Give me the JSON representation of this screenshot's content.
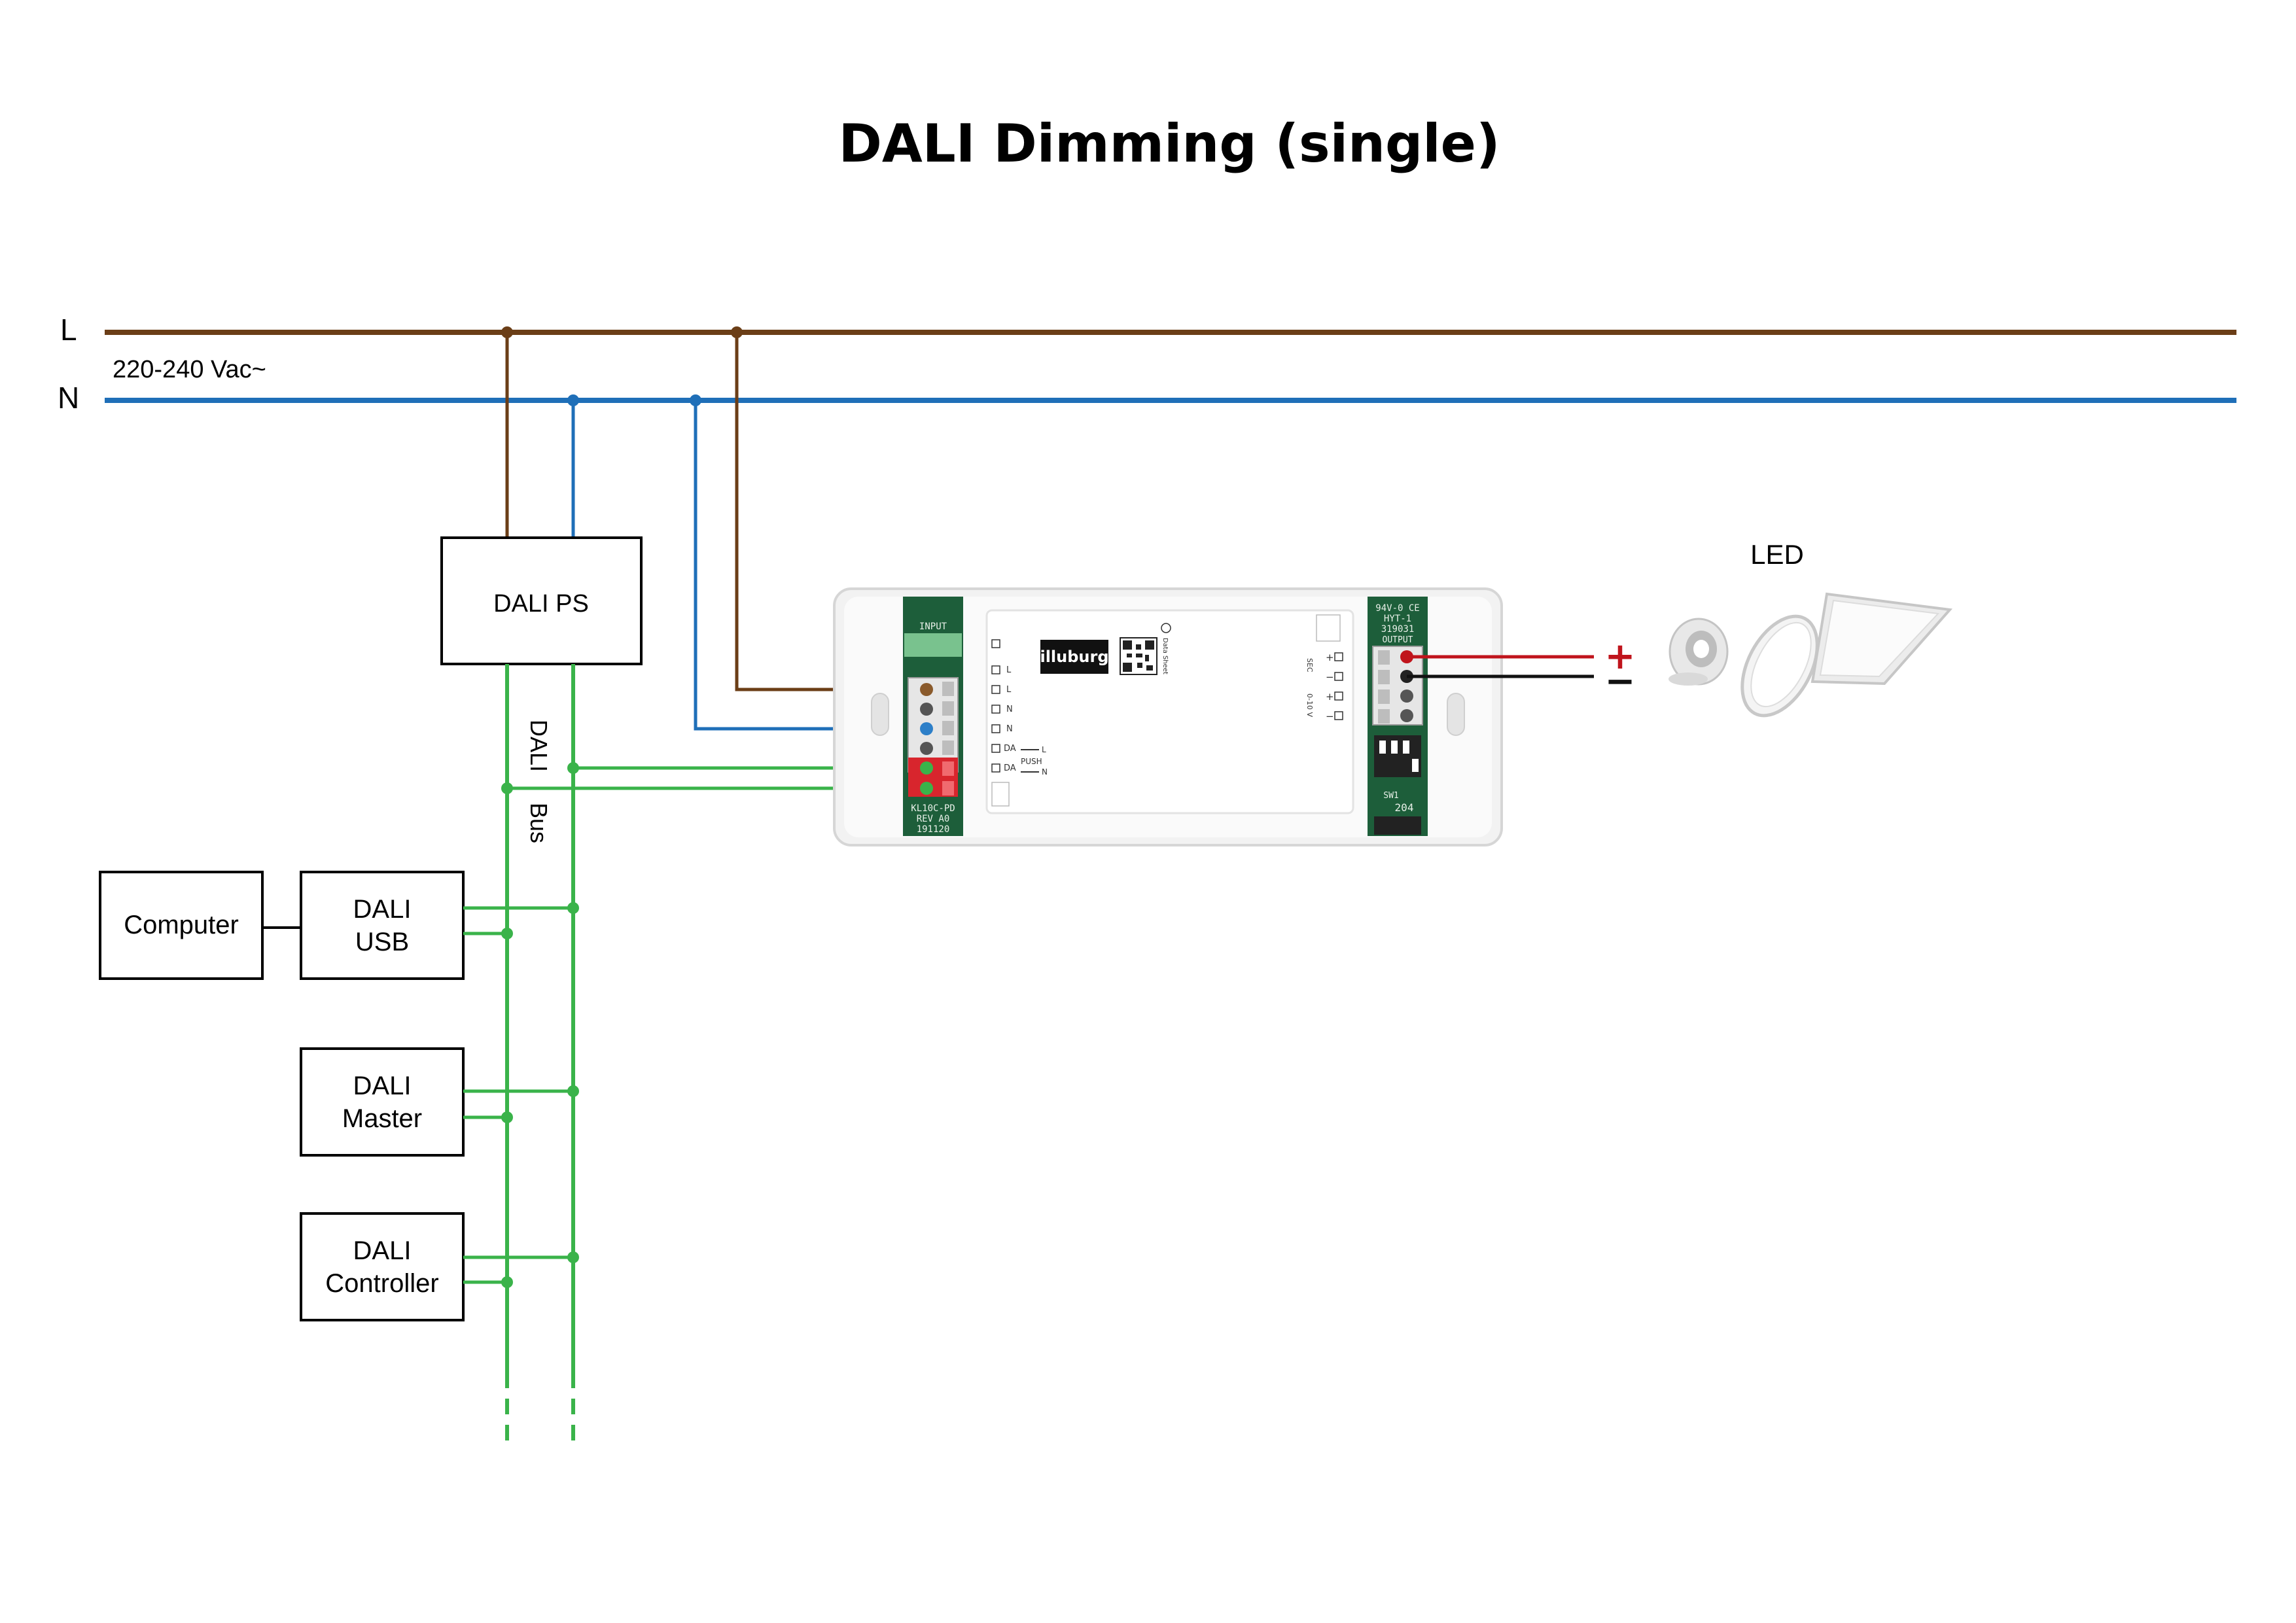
{
  "title": "DALI Dimming (single)",
  "colors": {
    "live": "#6b3e17",
    "neutral": "#1f6fb8",
    "dali_bus": "#3ab34a",
    "output_positive": "#c0141c",
    "output_negative": "#111111"
  },
  "mains": {
    "live_label": "L",
    "neutral_label": "N",
    "voltage": "220-240 Vac~"
  },
  "bus_label": {
    "line1": "DALI",
    "line2": "Bus"
  },
  "devices": {
    "ps": "DALI PS",
    "computer": "Computer",
    "usb": {
      "line1": "DALI",
      "line2": "USB"
    },
    "master": {
      "line1": "DALI",
      "line2": "Master"
    },
    "controller": {
      "line1": "DALI",
      "line2": "Controller"
    }
  },
  "driver": {
    "brand": "illuburg",
    "input_header": "INPUT",
    "input_terminals": [
      "L",
      "L",
      "N",
      "N",
      "DA",
      "DA"
    ],
    "push_label": "PUSH",
    "push_l": "L",
    "push_n": "N",
    "left_board": [
      "KL10C-PD",
      "REV A0",
      "191120"
    ],
    "right_board": [
      "94V-0 CE",
      "HYT-1",
      "319031"
    ],
    "output_header": "OUTPUT",
    "output_terminals": [
      "+",
      "−",
      "+",
      "−"
    ],
    "sec_label": "SEC",
    "dim_label": "0-10 V",
    "switch_label": "SW1",
    "switch_code": "204",
    "qr_caption": "Data Sheet"
  },
  "output": {
    "plus": "+",
    "minus": "−",
    "led_label": "LED",
    "loads": [
      "downlight-icon",
      "slim-round-panel-icon",
      "square-panel-icon"
    ]
  }
}
